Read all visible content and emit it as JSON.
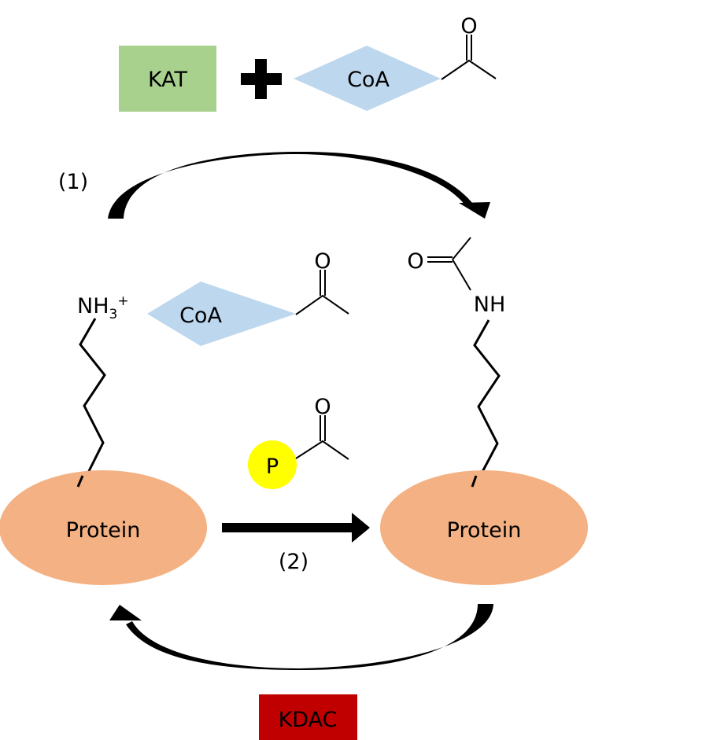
{
  "title": "Protein lysine acetylation and deacetylation",
  "enzymes": {
    "acetyltransferase": "KAT",
    "deacetylase": "KDAC"
  },
  "reagent_top": {
    "operator": "+",
    "carrier": "CoA",
    "carbonyl_atom": "O"
  },
  "steps": {
    "step1": "(1)",
    "step2": "(2)"
  },
  "left_lysine": {
    "amine": "NH",
    "amine_sub": "3",
    "amine_charge": "+",
    "carrier": "CoA",
    "carbonyl_atom": "O",
    "protein": "Protein"
  },
  "right_lysine": {
    "carbonyl_atom": "O",
    "amide": "NH",
    "protein": "Protein"
  },
  "phosphate_donor": {
    "label": "P",
    "carbonyl_atom": "O"
  },
  "colors": {
    "kat": "#a9d18e",
    "kdac": "#c00000",
    "coa": "#bdd7ee",
    "protein": "#f4b183",
    "phosphate": "#ffff00",
    "ink": "#000000"
  }
}
